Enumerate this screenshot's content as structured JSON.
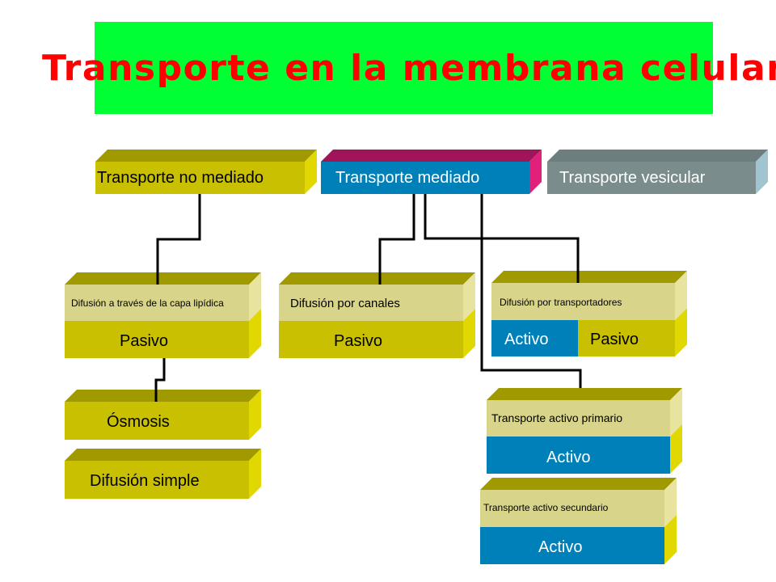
{
  "title": "Transporte en la membrana celular",
  "colors": {
    "banner": "#00ff33",
    "title": "#ff0000",
    "olive_front": "#c8c000",
    "olive_top": "#a09a00",
    "light_band": "#d8d48a",
    "blue": "#0080b8",
    "magenta": "#a0155a",
    "gray": "#7a8c8c"
  },
  "categories": [
    {
      "label": "Transporte no mediado"
    },
    {
      "label": "Transporte mediado"
    },
    {
      "label": "Transporte vesicular"
    }
  ],
  "boxes": {
    "capa_lipidica": {
      "title": "Difusión a través de la capa lipídica",
      "type": "Pasivo"
    },
    "canales": {
      "title": "Difusión por canales",
      "type": "Pasivo"
    },
    "transportadores": {
      "title": "Difusión por transportadores",
      "type_active": "Activo",
      "type_passive": "Pasivo"
    },
    "osmosis": {
      "label": "Ósmosis"
    },
    "difusion_simple": {
      "label": "Difusión simple"
    },
    "activo_primario": {
      "title": "Transporte activo primario",
      "type": "Activo"
    },
    "activo_secundario": {
      "title": "Transporte activo secundario",
      "type": "Activo"
    }
  }
}
